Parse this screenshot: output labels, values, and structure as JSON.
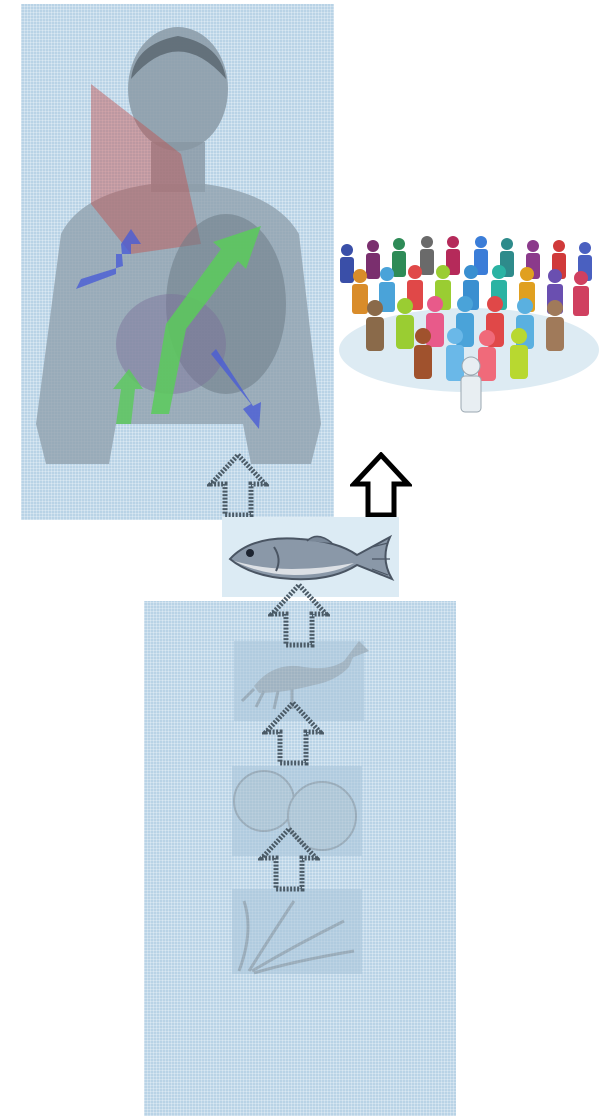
{
  "diagram": {
    "stages": [
      {
        "id": "human-body",
        "icon": "human-torso-icon"
      },
      {
        "id": "population",
        "icon": "crowd-icon"
      },
      {
        "id": "fish",
        "icon": "fish-icon"
      },
      {
        "id": "crustacean",
        "icon": "crayfish-icon"
      },
      {
        "id": "plankton",
        "icon": "plankton-icon"
      },
      {
        "id": "algae",
        "icon": "seaweed-icon"
      }
    ],
    "arrows": [
      {
        "from": "fish",
        "to": "human-body",
        "style": "faded"
      },
      {
        "from": "fish",
        "to": "population",
        "style": "solid"
      },
      {
        "from": "crustacean",
        "to": "fish",
        "style": "faded"
      },
      {
        "from": "plankton",
        "to": "crustacean",
        "style": "faded"
      },
      {
        "from": "algae",
        "to": "plankton",
        "style": "faded"
      }
    ]
  },
  "colors": {
    "screen_overlay": "#b9d3e6",
    "arrow_solid": "#000000",
    "arrow_faded": "#4a5a66",
    "flow_red": "#c0504d",
    "flow_blue": "#4a5cd6",
    "flow_green": "#5acb5a"
  }
}
